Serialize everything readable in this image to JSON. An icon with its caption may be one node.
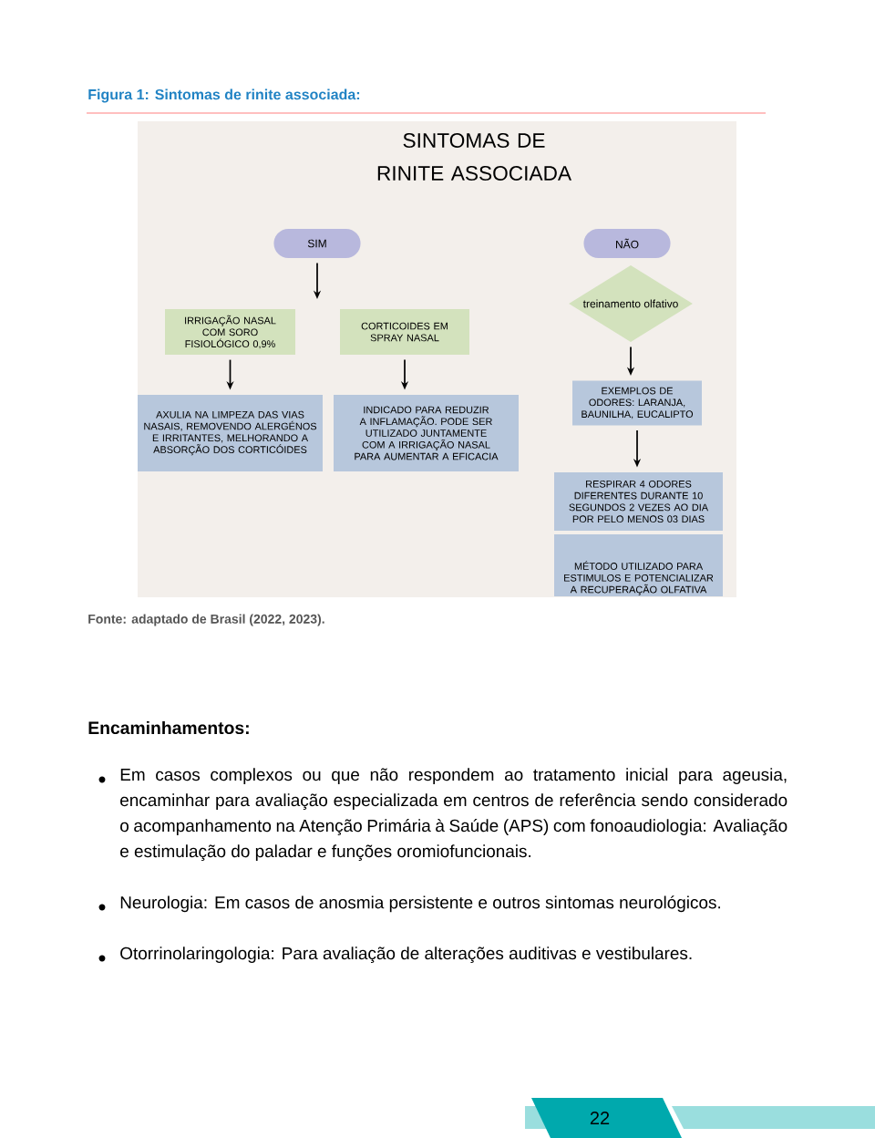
{
  "diagram": {
    "title": "Figura 1: Sintomas de rinite associada:",
    "caption": "Fonte: adaptado de Brasil (2022, 2023).",
    "nodes": [
      {
        "text": [
          "SIM"
        ]
      },
      {
        "text": [
          "NÃO"
        ]
      },
      {
        "text": [
          "treinamento olfativo"
        ]
      },
      {
        "text": [
          "IRRIGAÇÃO NASAL COM SORO FISIOLÓGICO 0,9%"
        ]
      },
      {
        "text": [
          "CORTICOIDES EM SPRAY NASAL"
        ]
      },
      {
        "text": [
          "EXEMPLOS DE ODORES: LARANJA, BAUNILHA, EUCALIPTO"
        ]
      },
      {
        "text": [
          "AXULIA NA LIMPEZA DAS VIAS NASAIS, REMOVENDO ALERGÉNOS E IRRITANTES, MELHORANDO A ABSORÇÃO DOS CORTICÓIDES"
        ]
      },
      {
        "text": [
          "INDICADO PARA REDUZIR A INFLAMAÇÃO. PODE SER UTILIZADO JUNTAMENTE COM A IRRIGAÇÃO NASAL PARA AUMENTAR A EFICACIA"
        ]
      },
      {
        "text": [
          "RESPIRAR 4 ODORES DIFERENTES DURANTE 10 SEGUNDOS 2 VEZES AO DIA POR PELO MENOS 03 DIAS"
        ]
      },
      {
        "text": [
          "MÉTODO UTILIZADO PARA ESTIMULOS E POTENCIALIZAR A RECUPERAÇÃO OLFATIVA"
        ]
      }
    ],
    "edges": [
      {
        "from": 0,
        "to": null,
        "arrow": "to"
      },
      {
        "from": 2,
        "to": 5,
        "arrow": "to"
      },
      {
        "from": 3,
        "to": 6,
        "arrow": "to"
      },
      {
        "from": 4,
        "to": 7,
        "arrow": "to"
      },
      {
        "from": 5,
        "to": 8,
        "arrow": "to"
      }
    ],
    "labels": [
      "SINTOMAS DE RINITE ASSOCIADA",
      "Encaminhamentos:",
      "Em casos complexos ou que não respondem ao tratamento inicial para ageusia, encaminhar para avaliação especializada em centros de referência sendo considerado o acompanhamento na Atenção Primária à Saúde (APS) com fonoaudiologia: Avaliação e estimulação do paladar e funções oromiofuncionais.",
      "Neurologia: Em casos de anosmia persistente e outros sintomas neurológicos.",
      "Otorrinolaringologia: Para avaliação de alterações auditivas e vestibulares.",
      "22"
    ]
  }
}
